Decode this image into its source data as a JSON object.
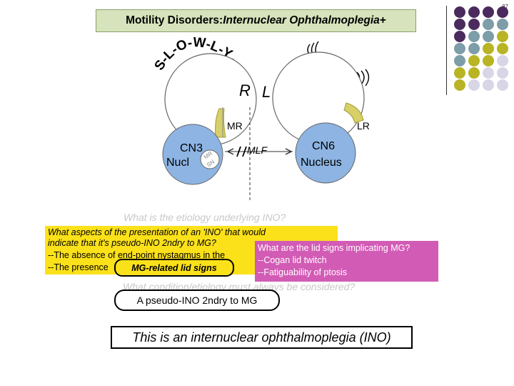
{
  "page_number": "87",
  "title": {
    "prefix": "Motility Disorders: ",
    "emphasis": "Internuclear Ophthalmoplegia",
    "suffix": "+"
  },
  "diagram": {
    "slowly_label": "S-L-O-W-L-Y",
    "right_label": "R",
    "left_label": "L",
    "mr_label": "MR",
    "lr_label": "LR",
    "cn3_line1": "CN3",
    "cn3_line2": "Nucl",
    "mr_small": "MR",
    "sn_small": "SN",
    "mlf_label": "MLF",
    "cn6_line1": "CN6",
    "cn6_line2": "Nucleus"
  },
  "question1": "What is the etiology underlying INO?",
  "question2": {
    "line1": "What aspects of the presentation of an 'INO' that would",
    "line2": "indicate that it's pseudo-INO 2ndry to MG?",
    "line3": "--The absence of  end-point nystagmus  in the",
    "line4_prefix": "--The presence"
  },
  "mg_related": "MG-related  lid signs",
  "question3": {
    "line1": "What are the lid signs implicating MG?",
    "line2": "--Cogan  lid twitch",
    "line3": "--Fatiguability of ptosis"
  },
  "question4": "What condition/etiology must always be considered?",
  "answer": "A pseudo-INO 2ndry to  MG",
  "conclusion": "This is an internuclear ophthalmoplegia (INO)",
  "colors": {
    "title_bg": "#d6e3bc",
    "yellow": "#fbe11a",
    "magenta": "#d25bb5",
    "dot_purple": "#4b2a5e",
    "dot_teal": "#7d9da8",
    "dot_olive": "#b8b424",
    "dot_lavender": "#d8d6e6",
    "nucleus_blue": "#8db4e2",
    "muscle_yellow": "#d7d068"
  }
}
